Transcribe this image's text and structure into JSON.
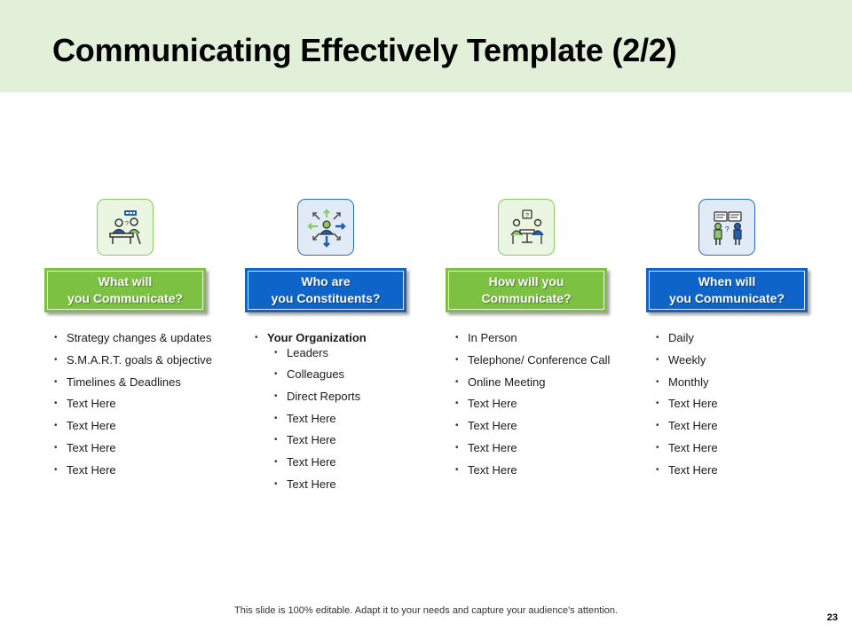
{
  "slide": {
    "title": "Communicating Effectively Template (2/2)",
    "footer": "This slide is 100% editable. Adapt it to your needs and capture your audience's attention.",
    "page_number": "23"
  },
  "colors": {
    "header_bg": "#e2f0d9",
    "green": "#7cc142",
    "blue": "#0e64c8"
  },
  "columns": [
    {
      "icon": "presenter-desk-icon",
      "label": "What will\nyou Communicate?",
      "items": [
        "Strategy changes & updates",
        "S.M.A.R.T. goals & objective",
        "Timelines & Deadlines",
        "Text Here",
        "Text Here",
        "Text Here",
        "Text Here"
      ]
    },
    {
      "icon": "network-arrows-icon",
      "label": "Who are\nyou Constituents?",
      "heading": "Your Organization",
      "sub_items": [
        "Leaders",
        "Colleagues",
        "Direct Reports",
        "Text Here",
        "Text Here",
        "Text Here",
        "Text Here"
      ]
    },
    {
      "icon": "meeting-table-icon",
      "label": "How will you\nCommunicate?",
      "items": [
        "In Person",
        "Telephone/ Conference Call",
        "Online Meeting",
        "Text Here",
        "Text Here",
        "Text Here",
        "Text Here"
      ]
    },
    {
      "icon": "two-people-chat-icon",
      "label": "When will\nyou Communicate?",
      "items": [
        "Daily",
        "Weekly",
        "Monthly",
        "Text Here",
        "Text Here",
        "Text Here",
        "Text Here"
      ]
    }
  ]
}
